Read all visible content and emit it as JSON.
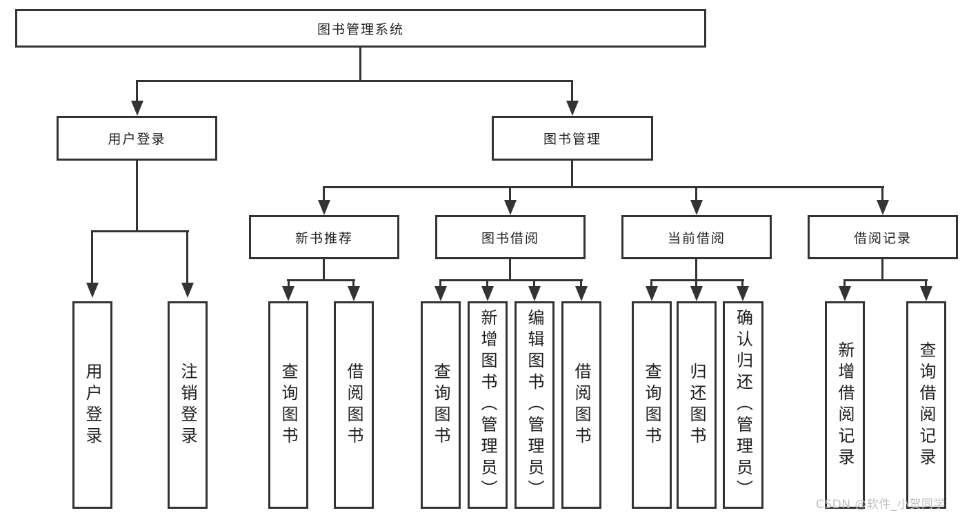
{
  "colors": {
    "line": "#333333",
    "box_border": "#333333",
    "box_background": "#ffffff",
    "text": "#1e1e1e",
    "watermark": "#bfbfbf",
    "background": "#ffffff"
  },
  "watermark": {
    "text": "CSDN @软件_小贺同学"
  },
  "tree": {
    "label": "图书管理系统",
    "children": [
      {
        "label": "用户登录",
        "children": [
          {
            "label": "用户登录"
          },
          {
            "label": "注销登录"
          }
        ]
      },
      {
        "label": "图书管理",
        "children": [
          {
            "label": "新书推荐",
            "children": [
              {
                "label": "查询图书"
              },
              {
                "label": "借阅图书"
              }
            ]
          },
          {
            "label": "图书借阅",
            "children": [
              {
                "label": "查询图书"
              },
              {
                "label": "新增图书（管理员）"
              },
              {
                "label": "编辑图书（管理员）"
              },
              {
                "label": "借阅图书"
              }
            ]
          },
          {
            "label": "当前借阅",
            "children": [
              {
                "label": "查询图书"
              },
              {
                "label": "归还图书"
              },
              {
                "label": "确认归还（管理员）"
              }
            ]
          },
          {
            "label": "借阅记录",
            "children": [
              {
                "label": "新增借阅记录"
              },
              {
                "label": "查询借阅记录"
              }
            ]
          }
        ]
      }
    ]
  }
}
